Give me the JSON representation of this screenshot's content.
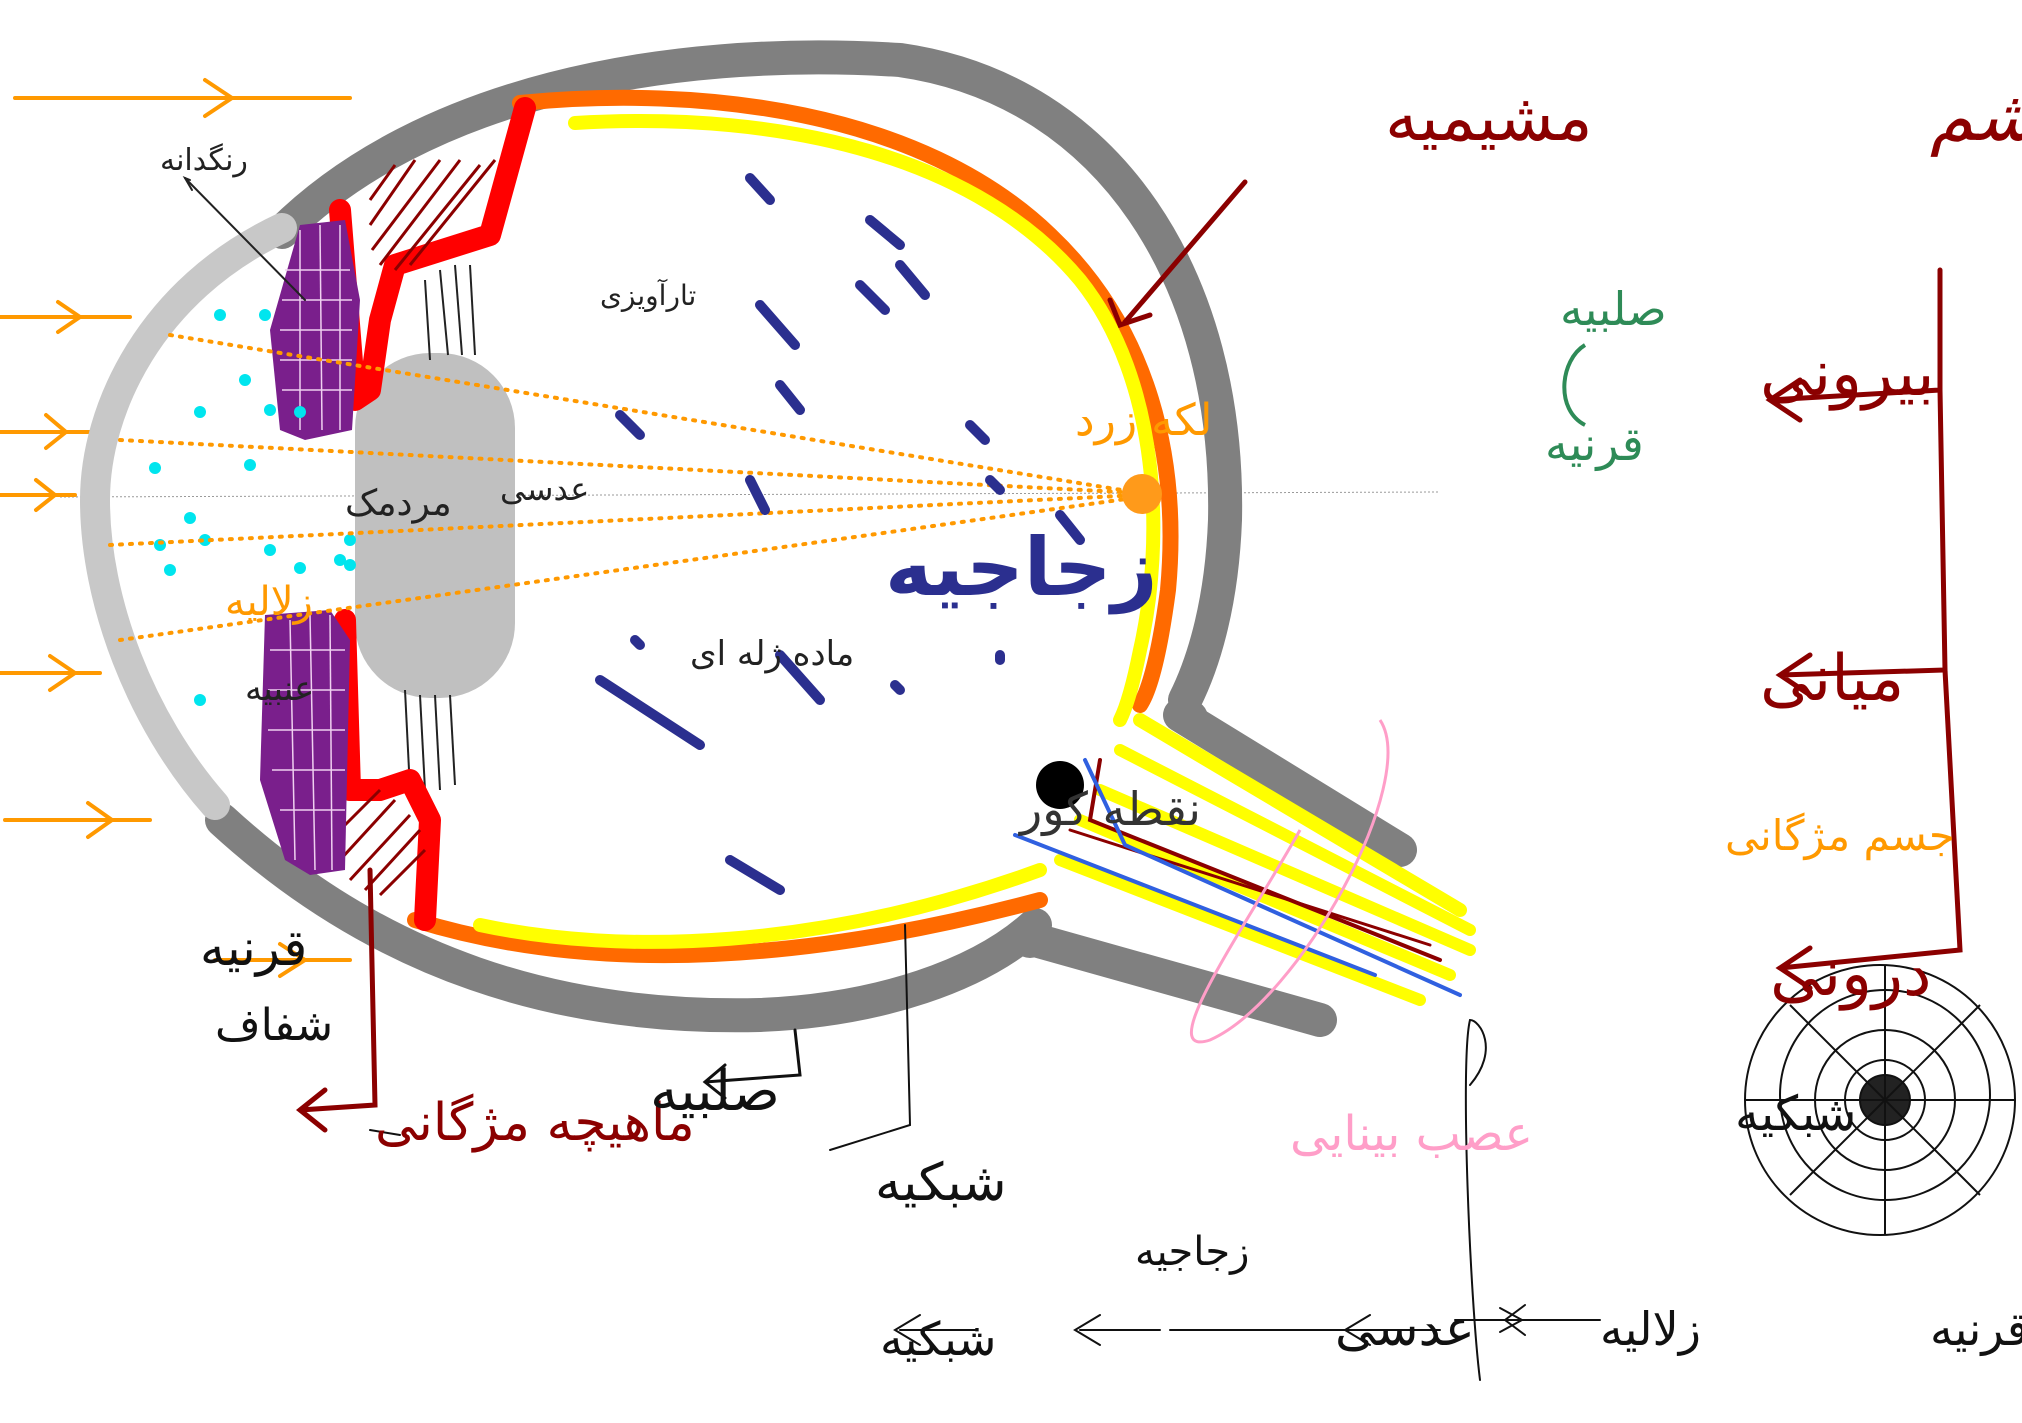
{
  "title": "لایه های کره چشم",
  "layers": {
    "outer": "بیرونی",
    "outer_parts": [
      "صلبیه",
      "قرنیه"
    ],
    "middle": "میانی",
    "middle_parts": "جسم مژگانی",
    "inner": "درونی"
  },
  "labels": {
    "retina": "شبکیه",
    "yellow_spot": "لکه زرد",
    "blind_spot": "نقطه کور",
    "vitreous": "زجاجیه",
    "vitreous_note": "ماده ژله ای",
    "aqueous": "زلالیه",
    "lens": "عدسی",
    "ligaments": "تارآویزی",
    "iris": "عنبیه",
    "pupil": "مردمک",
    "cornea": "قرنیه",
    "sclera": "صلبیه",
    "choroid": "مشیمیه",
    "ciliary_muscle": "ماهیچه مژگانی",
    "optic_nerve": "عصب بینایی",
    "transparent_note": "شفاف",
    "pigment": "رنگدانه"
  },
  "light_path": [
    "قرنیه",
    "زلالیه",
    "عدسی",
    "زجاجیه",
    "شبکیه"
  ],
  "colors": {
    "sclera": "#808080",
    "cornea": "#c8c8c8",
    "choroid": "#ff6a00",
    "retina": "#ffff00",
    "ciliary": "#ff0000",
    "iris": "#7a1f8c",
    "lens": "#c0c0c0",
    "annotation_dark_red": "#8b0000",
    "annotation_orange": "#ff9900",
    "annotation_blue": "#2b2f8f",
    "annotation_green": "#2e8b57",
    "annotation_pink": "#ff9ec8",
    "pupil_dots": "#00e5ee"
  }
}
